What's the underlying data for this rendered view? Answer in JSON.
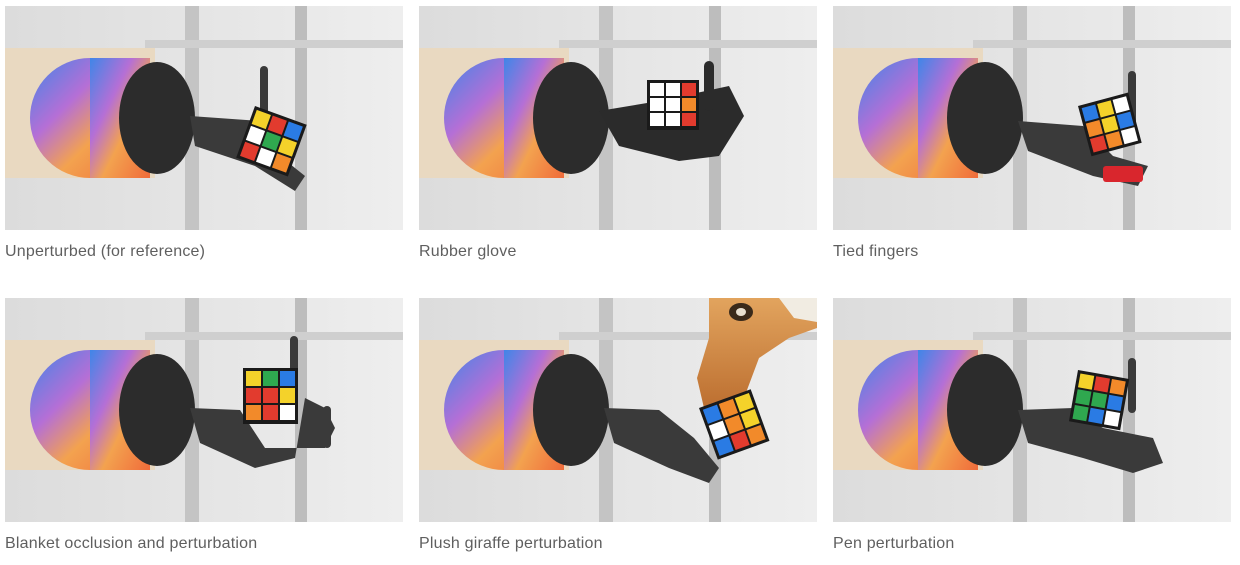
{
  "grid": {
    "items": [
      {
        "caption": "Unperturbed (for reference)",
        "image": "robot-hand-rubiks-cube-photo"
      },
      {
        "caption": "Rubber glove",
        "image": "robot-hand-rubber-glove-photo"
      },
      {
        "caption": "Tied fingers",
        "image": "robot-hand-tied-fingers-photo"
      },
      {
        "caption": "Blanket occlusion and perturbation",
        "image": "robot-hand-blanket-photo"
      },
      {
        "caption": "Plush giraffe perturbation",
        "image": "robot-hand-giraffe-photo"
      },
      {
        "caption": "Pen perturbation",
        "image": "robot-hand-pen-photo"
      }
    ]
  },
  "colors": {
    "caption_text": "#5f5f5f",
    "background": "#ffffff"
  }
}
